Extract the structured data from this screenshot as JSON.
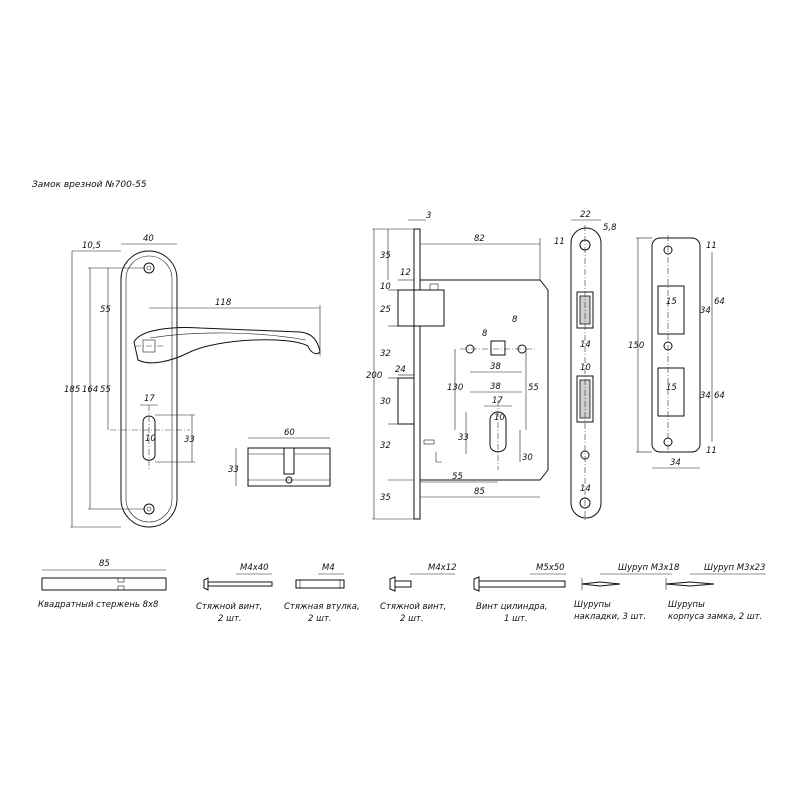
{
  "title": "Замок врезной №700-55",
  "handle_plate": {
    "dims": {
      "top_offset": "10,5",
      "width": "40",
      "lever": "118",
      "upper": "55",
      "total": "185",
      "inner": "164",
      "lower": "55",
      "key_w": "17",
      "key_slot": "10",
      "key_h": "33"
    }
  },
  "cylinder": {
    "length": "60",
    "height": "33"
  },
  "lock_body": {
    "dims": {
      "faceplate_t": "3",
      "body_w": "82",
      "top": "35",
      "latch_w": "12",
      "a10": "10",
      "a25": "25",
      "a32a": "32",
      "a24": "24",
      "a30": "30",
      "a32b": "32",
      "bottom": "35",
      "total_h": "200",
      "c130": "130",
      "d8a": "8",
      "d8b": "8",
      "s38a": "38",
      "s38b": "38",
      "s55": "55",
      "s17": "17",
      "s10": "10",
      "s33": "33",
      "s30": "30",
      "backset": "55",
      "depth": "85"
    }
  },
  "faceplate": {
    "dims": {
      "width": "22",
      "thick": "5,8",
      "top": "11",
      "slot": "14",
      "mid": "10",
      "bottom": "14"
    }
  },
  "strike": {
    "dims": {
      "top": "11",
      "total": "150",
      "w15a": "15",
      "h34a": "34",
      "g64a": "64",
      "w15b": "15",
      "h34b": "34",
      "g64b": "64",
      "bottom": "11",
      "width": "34"
    }
  },
  "parts": [
    {
      "spec": "85",
      "label_1": "Квадратный стержень 8х8",
      "label_2": ""
    },
    {
      "spec": "М4х40",
      "label_1": "Стяжной винт,",
      "label_2": "2 шт."
    },
    {
      "spec": "М4",
      "label_1": "Стяжная втулка,",
      "label_2": "2 шт."
    },
    {
      "spec": "М4х12",
      "label_1": "Стяжной винт,",
      "label_2": "2 шт."
    },
    {
      "spec": "М5х50",
      "label_1": "Винт цилиндра,",
      "label_2": "1 шт."
    },
    {
      "spec": "Шуруп М3х18",
      "label_1": "Шурупы",
      "label_2": "накладки, 3 шт."
    },
    {
      "spec": "Шуруп М3х23",
      "label_1": "Шурупы",
      "label_2": "корпуса замка, 2 шт."
    }
  ]
}
